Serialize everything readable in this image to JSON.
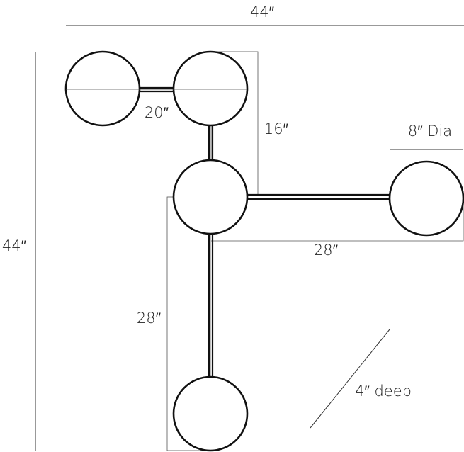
{
  "dimensions": {
    "overall_width": "44″",
    "overall_height": "44″",
    "top_span": "20″",
    "upper_drop": "16″",
    "right_arm": "28″",
    "lower_arm": "28″",
    "globe_diameter": "8″ Dia",
    "depth": "4″ deep"
  }
}
